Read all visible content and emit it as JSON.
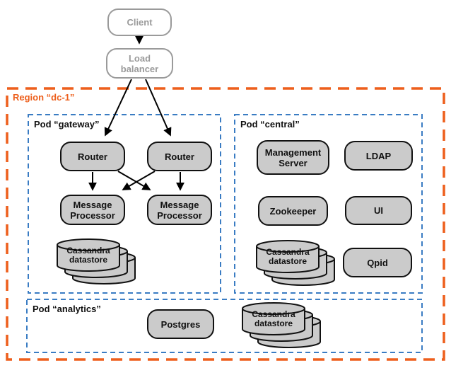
{
  "diagram": {
    "external": {
      "client": "Client",
      "load_balancer": "Load balancer"
    },
    "region": {
      "label": "Region “dc-1”",
      "pods": {
        "gateway": {
          "label": "Pod “gateway”",
          "nodes": {
            "router_1": "Router",
            "router_2": "Router",
            "message_processor_1": "Message Processor",
            "message_processor_2": "Message Processor",
            "datastore": "Cassandra datastore"
          }
        },
        "central": {
          "label": "Pod “central”",
          "nodes": {
            "management_server": "Management Server",
            "ldap": "LDAP",
            "zookeeper": "Zookeeper",
            "ui": "UI",
            "datastore": "Cassandra datastore",
            "qpid": "Qpid"
          }
        },
        "analytics": {
          "label": "Pod “analytics”",
          "nodes": {
            "postgres": "Postgres",
            "datastore": "Cassandra datastore"
          }
        }
      }
    },
    "colors": {
      "region_border": "#ed5f1c",
      "pod_border": "#3a7cc3",
      "node_fill": "#cbcbcb",
      "node_border": "#111111",
      "external_node_border": "#9a9a9a",
      "external_node_text": "#9a9a9a",
      "arrow": "#000000"
    }
  }
}
